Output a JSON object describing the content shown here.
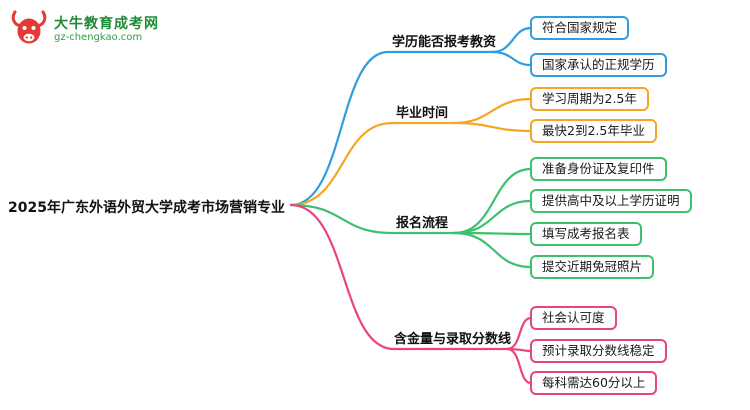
{
  "logo": {
    "title": "大牛教育成考网",
    "url": "gz-chengkao.com",
    "icon": "bull-logo-icon",
    "brand_color": "#1e8a35",
    "icon_color": "#e53935"
  },
  "root": {
    "label": "2025年广东外语外贸大学成考市场营销专业"
  },
  "branches": [
    {
      "label": "学历能否报考教资",
      "color": "#2d9ee0",
      "children": [
        "符合国家规定",
        "国家承认的正规学历"
      ]
    },
    {
      "label": "毕业时间",
      "color": "#f5a623",
      "children": [
        "学习周期为2.5年",
        "最快2到2.5年毕业"
      ]
    },
    {
      "label": "报名流程",
      "color": "#3ec06e",
      "children": [
        "准备身份证及复印件",
        "提供高中及以上学历证明",
        "填写成考报名表",
        "提交近期免冠照片"
      ]
    },
    {
      "label": "含金量与录取分数线",
      "color": "#e8447e",
      "children": [
        "社会认可度",
        "预计录取分数线稳定",
        "每科需达60分以上"
      ]
    }
  ]
}
